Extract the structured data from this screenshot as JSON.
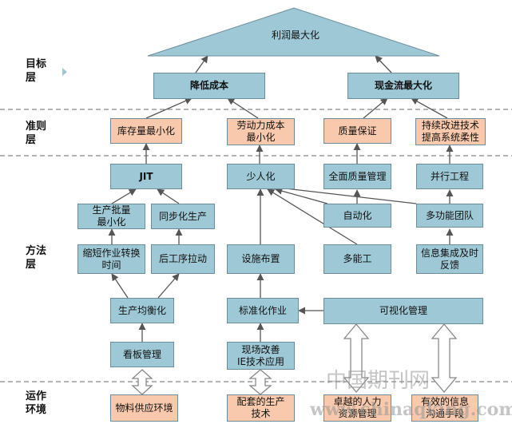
{
  "levels": {
    "goal": "目标\n层",
    "criteria": "准则\n层",
    "method": "方法\n层",
    "env": "运作\n环境"
  },
  "goal": {
    "top": "利润最大化",
    "left": "降低成本",
    "right": "现金流最大化"
  },
  "criteria": {
    "c1": "库存量最小化",
    "c2": "劳动力成本\n最小化",
    "c3": "质量保证",
    "c4": "持续改进技术\n提高系统柔性"
  },
  "methods": {
    "jit": "JIT",
    "shaorenhua": "少人化",
    "tqm": "全面质量管理",
    "concurrent": "并行工程",
    "batch": "生产批量\n最小化",
    "sync": "同步化生产",
    "automation": "自动化",
    "team": "多功能团队",
    "setup": "缩短作业转换\n时间",
    "pull": "后工序拉动",
    "layout": "设施布置",
    "multiskill": "多能工",
    "info": "信息集成及时\n反馈",
    "leveling": "生产均衡化",
    "standard": "标准化作业",
    "visual": "可视化管理",
    "kanban": "看板管理",
    "improve": "现场改善\nIE技术应用"
  },
  "env": {
    "supply": "物料供应环境",
    "production": "配套的生产\n技术",
    "hr": "卓越的人力\n资源管理",
    "info": "有效的信息\n沟通手段"
  },
  "watermark": {
    "cn": "中国期刊网",
    "url": "www.chinaqking.com"
  },
  "colors": {
    "blue": "#9ec8d6",
    "orange": "#f8c9ac",
    "border": "#6b8e9a",
    "line": "#555555"
  }
}
